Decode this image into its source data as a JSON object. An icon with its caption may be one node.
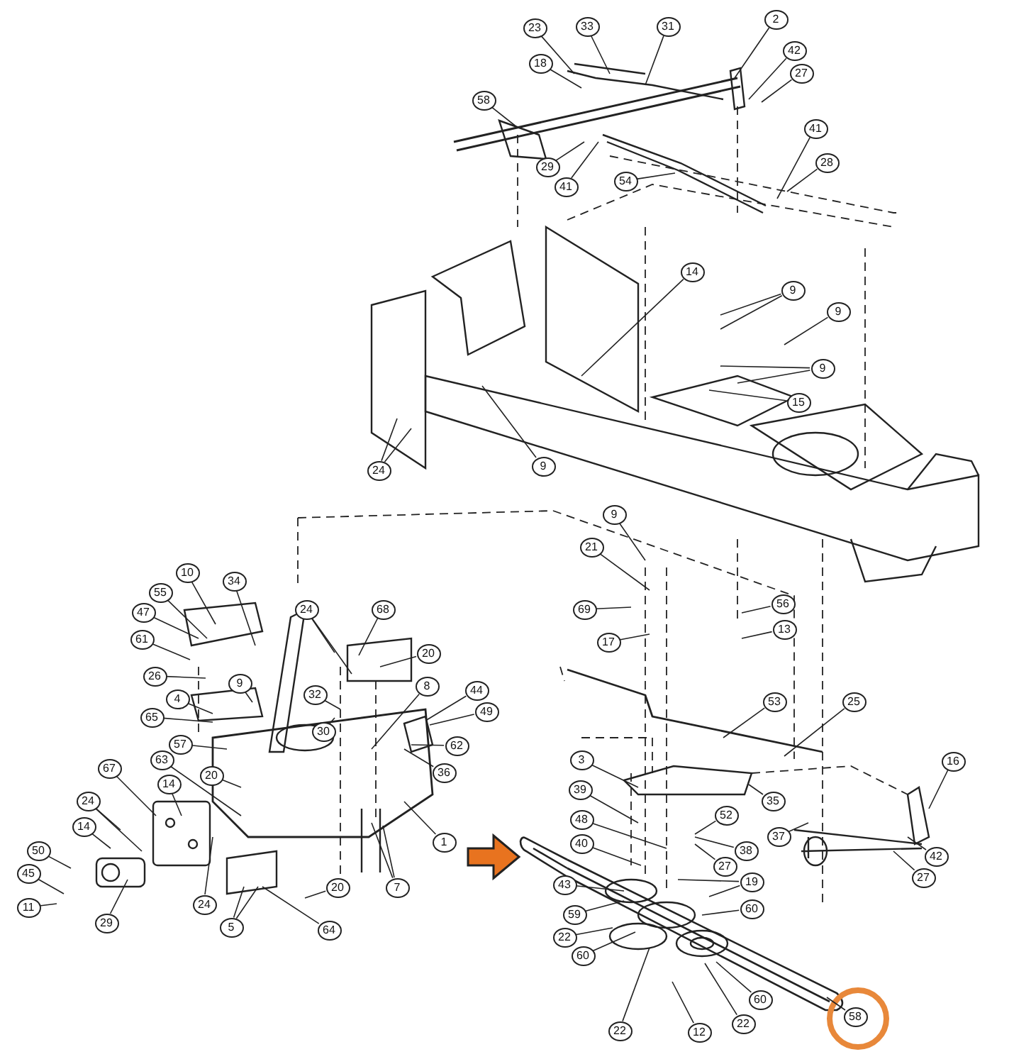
{
  "diagram": {
    "nodes": [
      {
        "text": [
          "23"
        ]
      },
      {
        "text": [
          "33"
        ]
      },
      {
        "text": [
          "31"
        ]
      },
      {
        "text": [
          "2"
        ]
      },
      {
        "text": [
          "18"
        ]
      },
      {
        "text": [
          "42"
        ]
      },
      {
        "text": [
          "27"
        ]
      },
      {
        "text": [
          "58"
        ]
      },
      {
        "text": [
          "41"
        ]
      },
      {
        "text": [
          "28"
        ]
      },
      {
        "text": [
          "29"
        ]
      },
      {
        "text": [
          "41"
        ]
      },
      {
        "text": [
          "54"
        ]
      },
      {
        "text": [
          "14"
        ]
      },
      {
        "text": [
          "9"
        ]
      },
      {
        "text": [
          "9"
        ]
      },
      {
        "text": [
          "9"
        ]
      },
      {
        "text": [
          "15"
        ]
      },
      {
        "text": [
          "24"
        ]
      },
      {
        "text": [
          "9"
        ]
      },
      {
        "text": [
          "10"
        ]
      },
      {
        "text": [
          "34"
        ]
      },
      {
        "text": [
          "55"
        ]
      },
      {
        "text": [
          "47"
        ]
      },
      {
        "text": [
          "24"
        ]
      },
      {
        "text": [
          "68"
        ]
      },
      {
        "text": [
          "61"
        ]
      },
      {
        "text": [
          "20"
        ]
      },
      {
        "text": [
          "26"
        ]
      },
      {
        "text": [
          "9"
        ]
      },
      {
        "text": [
          "8"
        ]
      },
      {
        "text": [
          "4"
        ]
      },
      {
        "text": [
          "32"
        ]
      },
      {
        "text": [
          "44"
        ]
      },
      {
        "text": [
          "49"
        ]
      },
      {
        "text": [
          "65"
        ]
      },
      {
        "text": [
          "30"
        ]
      },
      {
        "text": [
          "62"
        ]
      },
      {
        "text": [
          "57"
        ]
      },
      {
        "text": [
          "63"
        ]
      },
      {
        "text": [
          "36"
        ]
      },
      {
        "text": [
          "20"
        ]
      },
      {
        "text": [
          "67"
        ]
      },
      {
        "text": [
          "14"
        ]
      },
      {
        "text": [
          "24"
        ]
      },
      {
        "text": [
          "9"
        ]
      },
      {
        "text": [
          "21"
        ]
      },
      {
        "text": [
          "69"
        ]
      },
      {
        "text": [
          "56"
        ]
      },
      {
        "text": [
          "13"
        ]
      },
      {
        "text": [
          "17"
        ]
      },
      {
        "text": [
          "53"
        ]
      },
      {
        "text": [
          "25"
        ]
      },
      {
        "text": [
          "3"
        ]
      },
      {
        "text": [
          "16"
        ]
      },
      {
        "text": [
          "39"
        ]
      },
      {
        "text": [
          "35"
        ]
      },
      {
        "text": [
          "48"
        ]
      },
      {
        "text": [
          "52"
        ]
      },
      {
        "text": [
          "40"
        ]
      },
      {
        "text": [
          "37"
        ]
      },
      {
        "text": [
          "38"
        ]
      },
      {
        "text": [
          "27"
        ]
      },
      {
        "text": [
          "42"
        ]
      },
      {
        "text": [
          "19"
        ]
      },
      {
        "text": [
          "43"
        ]
      },
      {
        "text": [
          "27"
        ]
      },
      {
        "text": [
          "60"
        ]
      },
      {
        "text": [
          "59"
        ]
      },
      {
        "text": [
          "22"
        ]
      },
      {
        "text": [
          "60"
        ]
      },
      {
        "text": [
          "60"
        ]
      },
      {
        "text": [
          "22"
        ]
      },
      {
        "text": [
          "22"
        ]
      },
      {
        "text": [
          "12"
        ]
      },
      {
        "text": [
          "58"
        ]
      },
      {
        "text": [
          "14"
        ]
      },
      {
        "text": [
          "50"
        ]
      },
      {
        "text": [
          "45"
        ]
      },
      {
        "text": [
          "11"
        ]
      },
      {
        "text": [
          "29"
        ]
      },
      {
        "text": [
          "24"
        ]
      },
      {
        "text": [
          "1"
        ]
      },
      {
        "text": [
          "7"
        ]
      },
      {
        "text": [
          "20"
        ]
      },
      {
        "text": [
          "5"
        ]
      },
      {
        "text": [
          "64"
        ]
      },
      {
        "text": [],
        "shape": "picture"
      }
    ],
    "edges": [
      {
        "from": 0,
        "to": null,
        "arrow": "none"
      },
      {
        "from": 1,
        "to": null,
        "arrow": "none"
      },
      {
        "from": 2,
        "to": null,
        "arrow": "none"
      },
      {
        "from": 3,
        "to": null,
        "arrow": "none"
      },
      {
        "from": 4,
        "to": null,
        "arrow": "none"
      },
      {
        "from": 5,
        "to": null,
        "arrow": "none"
      },
      {
        "from": 6,
        "to": null,
        "arrow": "none"
      },
      {
        "from": 7,
        "to": null,
        "arrow": "none"
      },
      {
        "from": 8,
        "to": null,
        "arrow": "none"
      },
      {
        "from": 9,
        "to": null,
        "arrow": "none"
      },
      {
        "from": 10,
        "to": null,
        "arrow": "none"
      },
      {
        "from": 11,
        "to": null,
        "arrow": "none"
      },
      {
        "from": 12,
        "to": null,
        "arrow": "none"
      },
      {
        "from": 13,
        "to": null,
        "arrow": "none"
      },
      {
        "from": 14,
        "to": null,
        "arrow": "none"
      },
      {
        "from": 15,
        "to": null,
        "arrow": "none"
      },
      {
        "from": 16,
        "to": null,
        "arrow": "none"
      },
      {
        "from": 17,
        "to": null,
        "arrow": "none"
      },
      {
        "from": 18,
        "to": null,
        "arrow": "none"
      },
      {
        "from": 19,
        "to": null,
        "arrow": "none"
      },
      {
        "from": 20,
        "to": null,
        "arrow": "none"
      },
      {
        "from": 21,
        "to": null,
        "arrow": "none"
      },
      {
        "from": 22,
        "to": null,
        "arrow": "none"
      },
      {
        "from": 23,
        "to": null,
        "arrow": "none"
      },
      {
        "from": 24,
        "to": null,
        "arrow": "none"
      },
      {
        "from": 25,
        "to": null,
        "arrow": "none"
      },
      {
        "from": 26,
        "to": null,
        "arrow": "none"
      },
      {
        "from": 27,
        "to": null,
        "arrow": "none"
      },
      {
        "from": 28,
        "to": null,
        "arrow": "none"
      },
      {
        "from": 29,
        "to": null,
        "arrow": "none"
      },
      {
        "from": 30,
        "to": null,
        "arrow": "none"
      },
      {
        "from": 31,
        "to": null,
        "arrow": "none"
      },
      {
        "from": 32,
        "to": null,
        "arrow": "none"
      },
      {
        "from": 33,
        "to": null,
        "arrow": "none"
      },
      {
        "from": 34,
        "to": null,
        "arrow": "none"
      },
      {
        "from": 35,
        "to": null,
        "arrow": "none"
      },
      {
        "from": 36,
        "to": null,
        "arrow": "none"
      },
      {
        "from": 37,
        "to": null,
        "arrow": "none"
      },
      {
        "from": 38,
        "to": null,
        "arrow": "none"
      },
      {
        "from": 39,
        "to": null,
        "arrow": "none"
      },
      {
        "from": 40,
        "to": null,
        "arrow": "none"
      },
      {
        "from": 41,
        "to": null,
        "arrow": "none"
      },
      {
        "from": 42,
        "to": null,
        "arrow": "none"
      },
      {
        "from": 43,
        "to": null,
        "arrow": "none"
      },
      {
        "from": 44,
        "to": null,
        "arrow": "none"
      },
      {
        "from": 45,
        "to": null,
        "arrow": "none"
      },
      {
        "from": 46,
        "to": null,
        "arrow": "none"
      },
      {
        "from": 47,
        "to": null,
        "arrow": "none"
      },
      {
        "from": 48,
        "to": null,
        "arrow": "none"
      },
      {
        "from": 49,
        "to": null,
        "arrow": "none"
      },
      {
        "from": 50,
        "to": null,
        "arrow": "none"
      },
      {
        "from": 51,
        "to": null,
        "arrow": "none"
      },
      {
        "from": 52,
        "to": null,
        "arrow": "none"
      },
      {
        "from": 53,
        "to": null,
        "arrow": "none"
      },
      {
        "from": 54,
        "to": null,
        "arrow": "none"
      },
      {
        "from": 55,
        "to": null,
        "arrow": "none"
      },
      {
        "from": 56,
        "to": null,
        "arrow": "none"
      },
      {
        "from": 57,
        "to": null,
        "arrow": "none"
      },
      {
        "from": 58,
        "to": null,
        "arrow": "none"
      },
      {
        "from": 59,
        "to": null,
        "arrow": "none"
      },
      {
        "from": 60,
        "to": null,
        "arrow": "none"
      },
      {
        "from": 61,
        "to": null,
        "arrow": "none"
      },
      {
        "from": 62,
        "to": null,
        "arrow": "none"
      },
      {
        "from": 63,
        "to": null,
        "arrow": "none"
      },
      {
        "from": 64,
        "to": null,
        "arrow": "none"
      },
      {
        "from": 65,
        "to": null,
        "arrow": "none"
      },
      {
        "from": 66,
        "to": null,
        "arrow": "none"
      },
      {
        "from": 67,
        "to": null,
        "arrow": "none"
      },
      {
        "from": 68,
        "to": null,
        "arrow": "none"
      },
      {
        "from": 69,
        "to": null,
        "arrow": "none"
      },
      {
        "from": 70,
        "to": null,
        "arrow": "none"
      },
      {
        "from": 71,
        "to": null,
        "arrow": "none"
      },
      {
        "from": 72,
        "to": null,
        "arrow": "none"
      },
      {
        "from": 73,
        "to": null,
        "arrow": "none"
      },
      {
        "from": 74,
        "to": null,
        "arrow": "none"
      },
      {
        "from": 75,
        "to": null,
        "arrow": "none"
      },
      {
        "from": 76,
        "to": null,
        "arrow": "none"
      },
      {
        "from": 77,
        "to": null,
        "arrow": "none"
      },
      {
        "from": 78,
        "to": null,
        "arrow": "none"
      },
      {
        "from": 79,
        "to": null,
        "arrow": "none"
      },
      {
        "from": 80,
        "to": null,
        "arrow": "none"
      },
      {
        "from": 81,
        "to": null,
        "arrow": "none"
      },
      {
        "from": 82,
        "to": null,
        "arrow": "none"
      },
      {
        "from": 83,
        "to": null,
        "arrow": "none"
      },
      {
        "from": 84,
        "to": null,
        "arrow": "none"
      },
      {
        "from": 85,
        "to": null,
        "arrow": "none"
      },
      {
        "from": 86,
        "to": null,
        "arrow": "none"
      },
      {
        "from": 14,
        "to": null,
        "arrow": "none"
      },
      {
        "from": 16,
        "to": null,
        "arrow": "none"
      },
      {
        "from": 18,
        "to": null,
        "arrow": "none"
      },
      {
        "from": 24,
        "to": null,
        "arrow": "none"
      },
      {
        "from": 44,
        "to": null,
        "arrow": "none"
      },
      {
        "from": 64,
        "to": null,
        "arrow": "none"
      },
      {
        "from": 83,
        "to": null,
        "arrow": "none"
      },
      {
        "from": 85,
        "to": null,
        "arrow": "none"
      },
      {
        "from": null,
        "to": 87,
        "arrow": "to",
        "style": "thick",
        "color": "#e8731f"
      }
    ]
  }
}
